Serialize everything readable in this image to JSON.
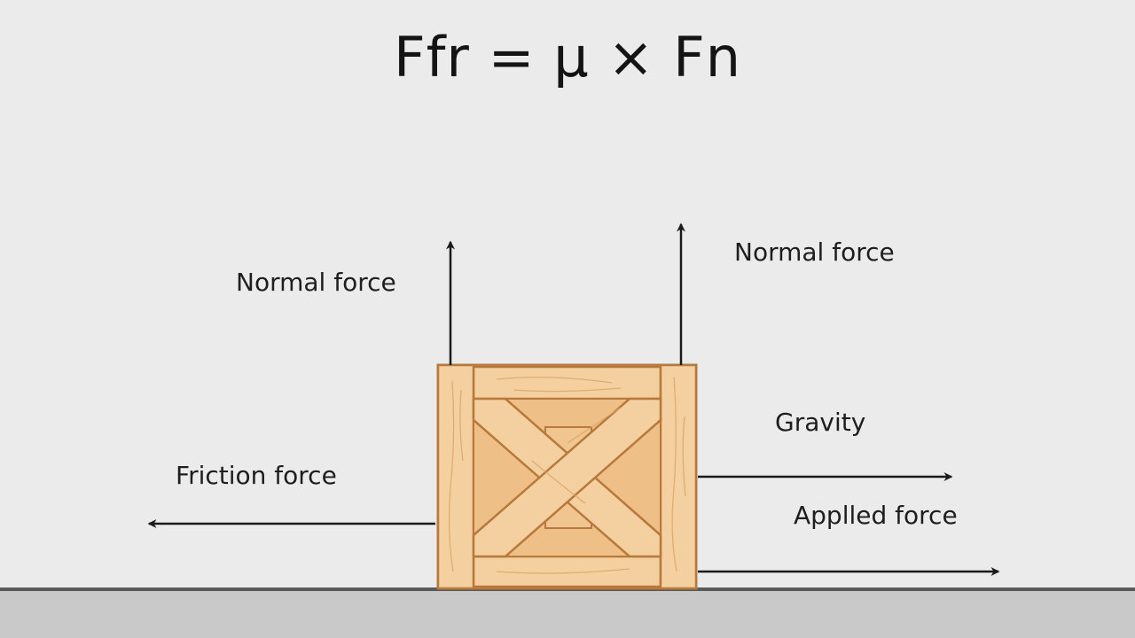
{
  "formula": "Ffr = μ × Fn",
  "labels": {
    "normal_left": "Normal force",
    "normal_right": "Normal force",
    "gravity": "Gravity",
    "friction": "Friction force",
    "applied": "Applled force"
  },
  "colors": {
    "background": "#ebebeb",
    "ground": "#c9c9c9",
    "ground_line": "#5a5a5a",
    "arrow": "#1a1a1a",
    "wood_light": "#f4cfa0",
    "wood_mid": "#eebf86",
    "wood_outline": "#b87a3c"
  }
}
